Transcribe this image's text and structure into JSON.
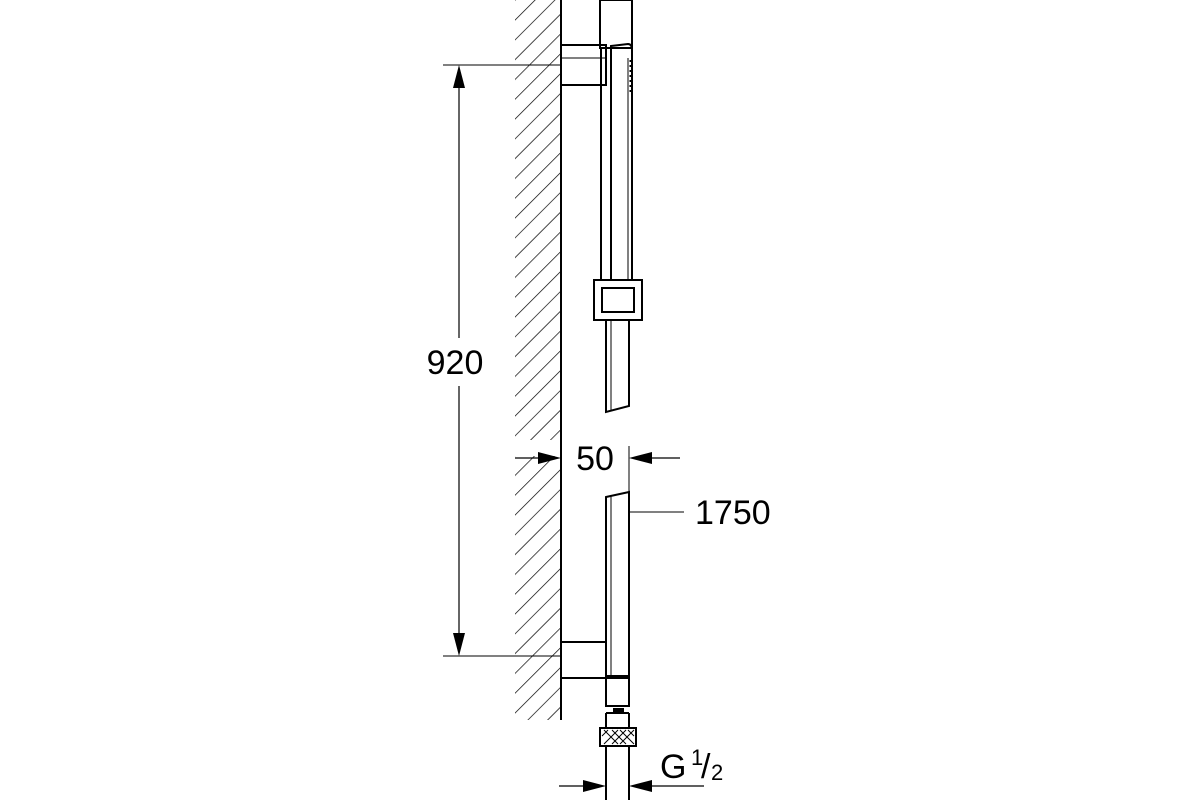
{
  "colors": {
    "line": "#000000",
    "background": "#ffffff"
  },
  "dimensions": {
    "height": "920",
    "projection": "50",
    "hose_length": "1750",
    "thread": {
      "prefix": "G",
      "numerator": "1",
      "denominator": "2"
    }
  }
}
